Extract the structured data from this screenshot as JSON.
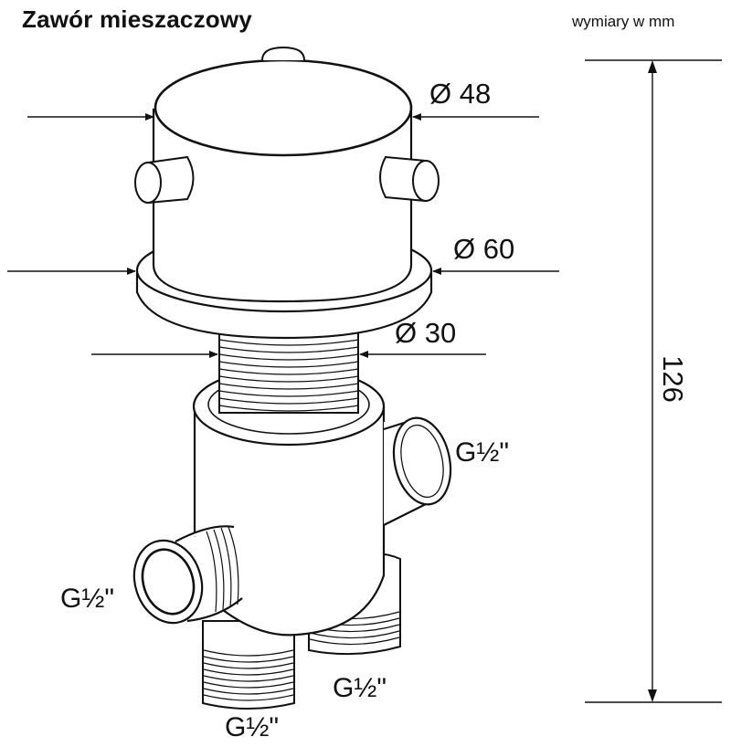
{
  "title": "Zawór mieszaczowy",
  "units_note": "wymiary w mm",
  "dimensions": {
    "cap_diameter": "Ø 48",
    "flange_diameter": "Ø 60",
    "shank_diameter": "Ø 30",
    "total_height": "126"
  },
  "connections": {
    "right_outlet": "G½\"",
    "left_outlet": "G½\"",
    "bottom_right": "G½\"",
    "bottom_left": "G½\""
  }
}
